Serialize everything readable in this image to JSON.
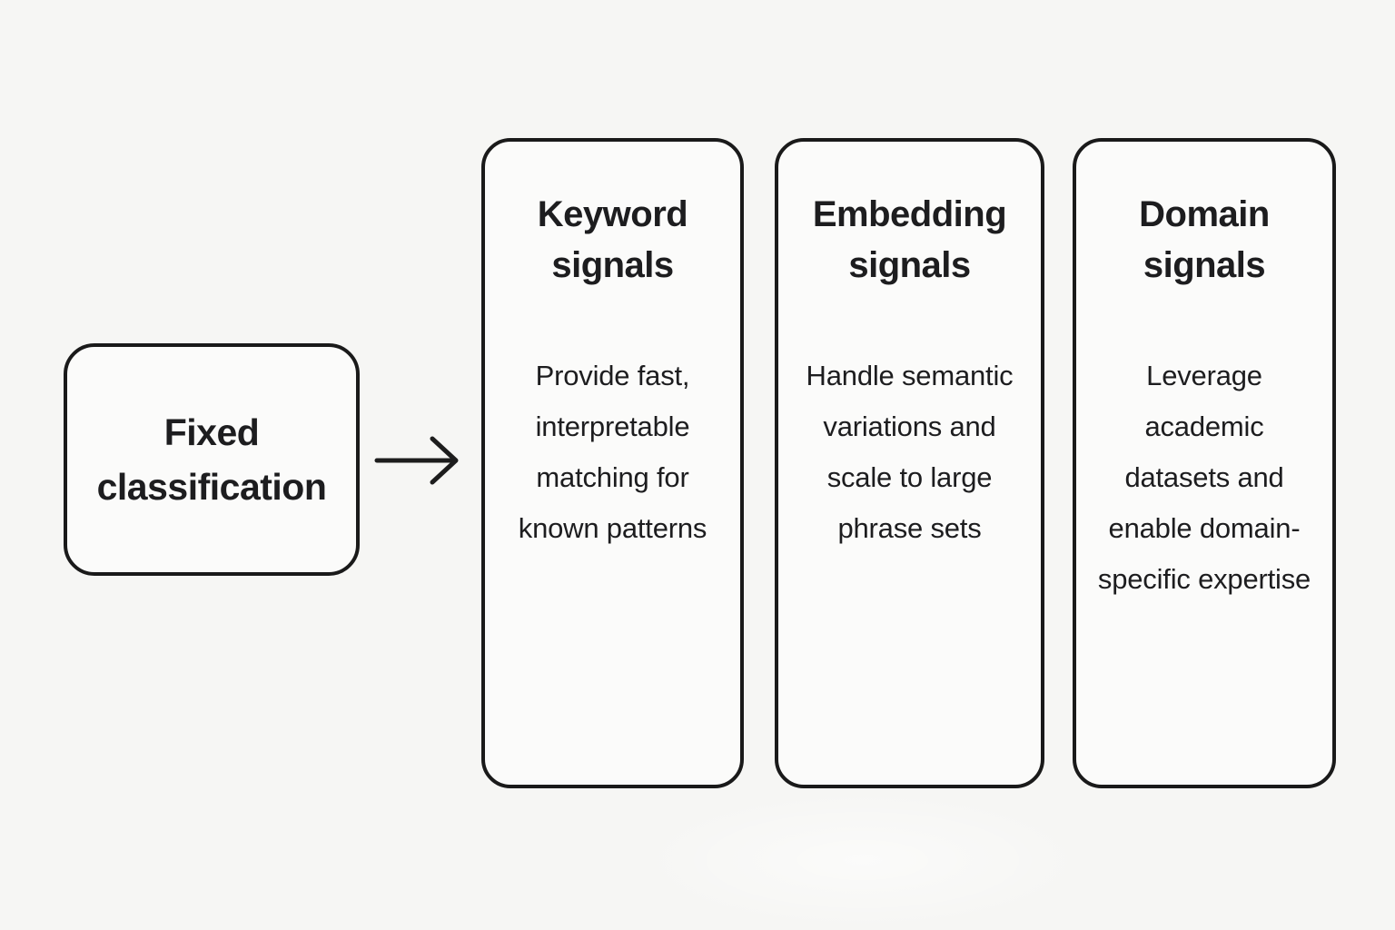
{
  "diagram": {
    "source": {
      "label": "Fixed classification"
    },
    "arrow_icon": "right-arrow",
    "cards": [
      {
        "title": "Keyword signals",
        "body": "Provide fast, interpretable matching for known patterns"
      },
      {
        "title": "Embedding signals",
        "body": "Handle semantic variations and scale to large phrase sets"
      },
      {
        "title": "Domain signals",
        "body": "Leverage academic datasets and enable domain-specific expertise"
      }
    ],
    "colors": {
      "background": "#f6f6f4",
      "node_fill": "#fbfbfa",
      "stroke": "#1a1a1a",
      "text": "#1d1d1f"
    }
  }
}
